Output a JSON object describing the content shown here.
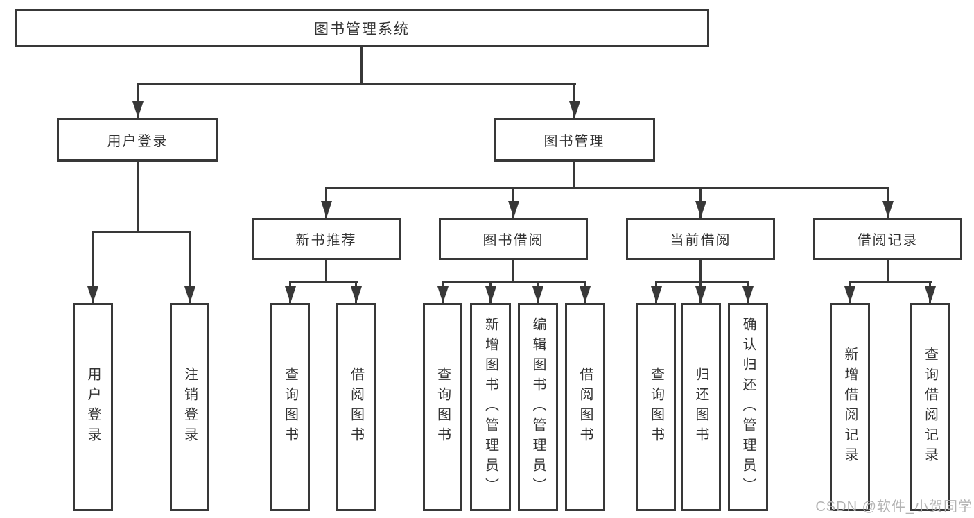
{
  "diagram": {
    "root": "图书管理系统",
    "user_login": {
      "label": "用户登录",
      "children": [
        "用户登录",
        "注销登录"
      ]
    },
    "book_mgmt": {
      "label": "图书管理",
      "sections": [
        {
          "label": "新书推荐",
          "children": [
            "查询图书",
            "借阅图书"
          ]
        },
        {
          "label": "图书借阅",
          "children": [
            "查询图书",
            "新增图书（管理员）",
            "编辑图书（管理员）",
            "借阅图书"
          ]
        },
        {
          "label": "当前借阅",
          "children": [
            "查询图书",
            "归还图书",
            "确认归还（管理员）"
          ]
        },
        {
          "label": "借阅记录",
          "children": [
            "新增借阅记录",
            "查询借阅记录"
          ]
        }
      ]
    }
  },
  "watermark": "CSDN @软件_小贺同学",
  "colors": {
    "line": "#383838",
    "text": "#333333",
    "watermark": "#b3b3b3",
    "background": "#ffffff"
  }
}
